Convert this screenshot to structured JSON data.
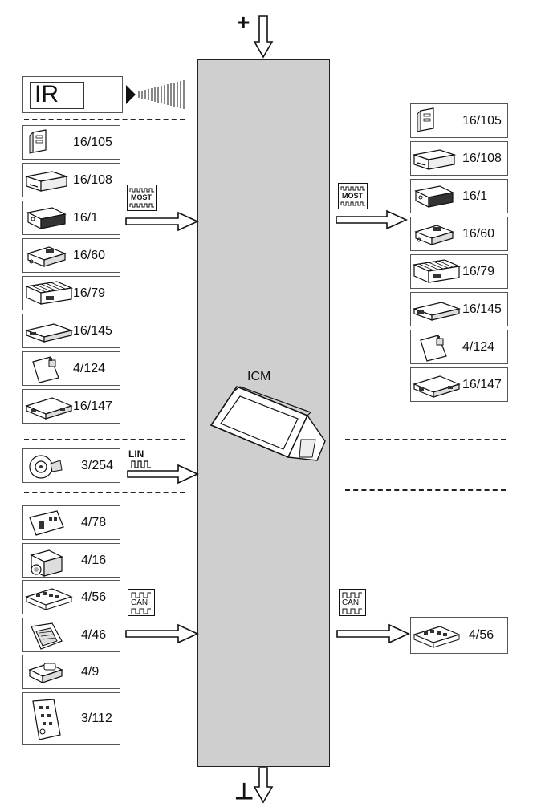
{
  "central_unit": {
    "label": "ICM"
  },
  "supply": {
    "plus": "+",
    "ground": "⊥"
  },
  "ir": {
    "label": "IR"
  },
  "buses": {
    "most_left": "MOST",
    "most_right": "MOST",
    "lin": "LIN",
    "can_left": "CAN",
    "can_right": "CAN"
  },
  "left_most_modules": [
    {
      "id": "16/105",
      "icon": "amplifier-vertical-icon"
    },
    {
      "id": "16/108",
      "icon": "disc-drive-icon"
    },
    {
      "id": "16/1",
      "icon": "radio-module-icon"
    },
    {
      "id": "16/60",
      "icon": "ecu-module-icon"
    },
    {
      "id": "16/79",
      "icon": "amplifier-finned-icon"
    },
    {
      "id": "16/145",
      "icon": "tuner-module-icon"
    },
    {
      "id": "4/124",
      "icon": "display-unit-icon"
    },
    {
      "id": "16/147",
      "icon": "board-module-icon"
    }
  ],
  "left_lin_modules": [
    {
      "id": "3/254",
      "icon": "steering-switch-icon"
    }
  ],
  "left_can_modules": [
    {
      "id": "4/78",
      "icon": "control-panel-icon"
    },
    {
      "id": "4/16",
      "icon": "camera-module-icon"
    },
    {
      "id": "4/56",
      "icon": "pcb-module-icon"
    },
    {
      "id": "4/46",
      "icon": "control-unit-icon"
    },
    {
      "id": "4/9",
      "icon": "sensor-module-icon"
    },
    {
      "id": "3/112",
      "icon": "fuse-box-icon"
    }
  ],
  "right_most_modules": [
    {
      "id": "16/105",
      "icon": "amplifier-vertical-icon"
    },
    {
      "id": "16/108",
      "icon": "disc-drive-icon"
    },
    {
      "id": "16/1",
      "icon": "radio-module-icon"
    },
    {
      "id": "16/60",
      "icon": "ecu-module-icon"
    },
    {
      "id": "16/79",
      "icon": "amplifier-finned-icon"
    },
    {
      "id": "16/145",
      "icon": "tuner-module-icon"
    },
    {
      "id": "4/124",
      "icon": "display-unit-icon"
    },
    {
      "id": "16/147",
      "icon": "board-module-icon"
    }
  ],
  "right_can_modules": [
    {
      "id": "4/56",
      "icon": "pcb-module-icon"
    }
  ],
  "colors": {
    "central_fill": "#cfcfcf",
    "outline": "#111111",
    "box_border": "#555555"
  }
}
